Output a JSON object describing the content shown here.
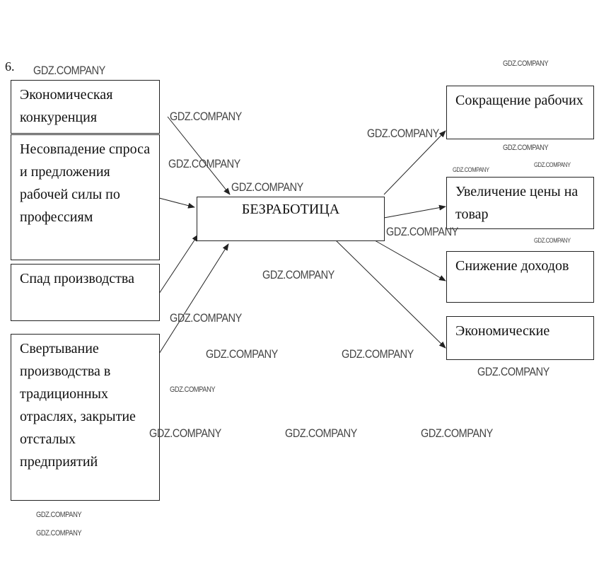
{
  "task_number": "6.",
  "causes": [
    "Экономическая конкуренция",
    "Несовпадение спроса и предложения рабочей силы по профессиям",
    "Спад производства",
    "Свертывание производства в традиционных отраслях, закрытие отсталых предприятий"
  ],
  "center": "БЕЗРАБОТИЦА",
  "consequences": [
    "Сокращение рабочих",
    "Увеличение цены на товар",
    "Снижение доходов",
    "Экономические"
  ],
  "watermark": "GDZ.COMPANY"
}
